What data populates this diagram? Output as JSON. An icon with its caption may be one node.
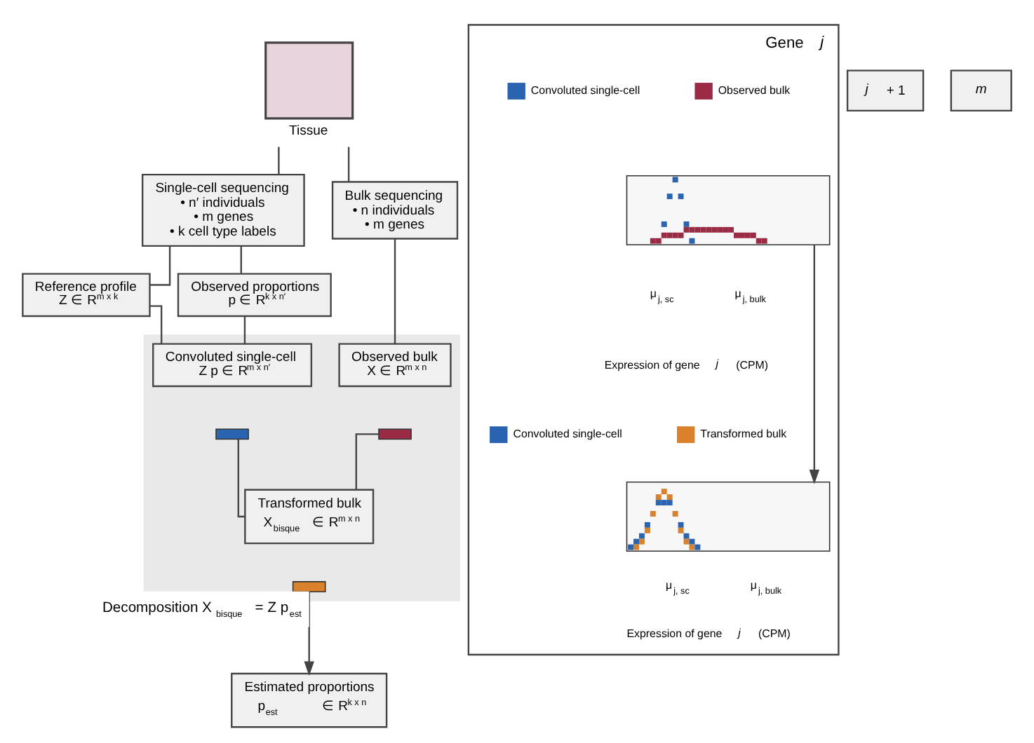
{
  "diagram": {
    "nodes": [
      {
        "text": [
          "Tissue"
        ]
      },
      {
        "text": [
          "Single-cell sequencing",
          "• n′ individuals",
          "• m genes",
          "• k cell type labels"
        ]
      },
      {
        "text": [
          "Bulk sequencing",
          "• n individuals",
          "• m genes"
        ]
      },
      {
        "text": [
          "Reference profile",
          "Z ∈ R$^{m x k}$"
        ]
      },
      {
        "text": [
          "Observed proportions",
          "p ∈ R$^{k x n′}$"
        ]
      },
      {
        "text": [],
        "shape": "box"
      },
      {
        "text": [
          "Convoluted single-cell",
          "Z p ∈ R$^{m x n′}$"
        ],
        "in": 5
      },
      {
        "text": [],
        "shape": "bar",
        "in": 5
      },
      {
        "text": [
          "Observed bulk",
          "X ∈ R$^{m x n}$"
        ],
        "in": 5
      },
      {
        "text": [],
        "shape": "bar",
        "in": 5
      },
      {
        "text": [
          "Transformed bulk",
          "X$_{bisque}$ ∈ R$^{m x n}$"
        ],
        "in": 5
      },
      {
        "text": [],
        "shape": "bar",
        "in": 5
      },
      {
        "text": [
          "Estimated proportions",
          "p$_{est}$ ∈ R$^{k x n}$"
        ]
      },
      {
        "text": [
          "Gene *j*"
        ]
      },
      {
        "text": [
          "*j* + 1"
        ]
      },
      {
        "text": [
          "*m*"
        ]
      },
      {
        "text": [],
        "shape": "picture",
        "in": 13
      },
      {
        "text": [],
        "shape": "picture",
        "in": 13
      }
    ],
    "edges": [
      {
        "from": 0,
        "to": 1,
        "arrow": "none"
      },
      {
        "from": 0,
        "to": 2,
        "arrow": "none"
      },
      {
        "from": 1,
        "to": 3,
        "arrow": "none"
      },
      {
        "from": 1,
        "to": 4,
        "arrow": "none"
      },
      {
        "from": 3,
        "to": 6,
        "arrow": "none"
      },
      {
        "from": 4,
        "to": 6,
        "arrow": "none"
      },
      {
        "from": 2,
        "to": 8,
        "arrow": "none"
      },
      {
        "from": 7,
        "to": 10,
        "arrow": "none"
      },
      {
        "from": 9,
        "to": 10,
        "arrow": "none"
      },
      {
        "from": 11,
        "to": 12,
        "arrow": "to",
        "label": "Decomposition X$_{bisque}$ = Z p$_{est}$"
      },
      {
        "from": 16,
        "to": 17,
        "arrow": "to"
      }
    ],
    "labels": [
      "μ$_{j, sc}$",
      "μ$_{j, bulk}$",
      "Expression of gene *j* (CPM)",
      "μ$_{j, sc}$",
      "μ$_{j, bulk}$",
      "Expression of gene *j* (CPM)"
    ],
    "legend": [
      {
        "text": "Convoluted single-cell",
        "color": "#2a64b0"
      },
      {
        "text": "Observed bulk",
        "color": "#9b2a45"
      },
      {
        "text": "Convoluted single-cell",
        "color": "#2a64b0"
      },
      {
        "text": "Transformed bulk",
        "color": "#d9822b"
      }
    ]
  }
}
